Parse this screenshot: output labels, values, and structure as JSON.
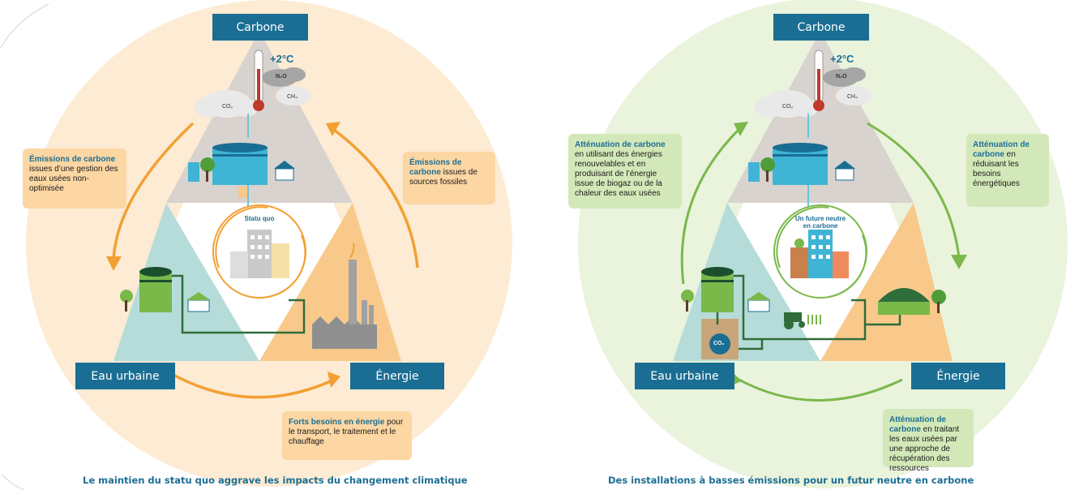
{
  "colors": {
    "blue": "#1a6e93",
    "orange": "#f2a033",
    "green": "#7ab84a",
    "left_bg": "#fdebd3",
    "right_bg": "#eaf3dc"
  },
  "left": {
    "carbone": "Carbone",
    "eau": "Eau urbaine",
    "energie": "Énergie",
    "temp": "+2°C",
    "n2o": "N₂O",
    "co2": "CO₂",
    "ch4": "CH₄",
    "center": "Statu quo",
    "bubble_left_bold": "Émissions de carbone",
    "bubble_left_text": " issues d’une gestion des eaux usées non-optimisée",
    "bubble_right_bold": "Émissions de carbone",
    "bubble_right_text": " issues de sources fossiles",
    "bubble_bottom_bold": "Forts besoins en énergie",
    "bubble_bottom_text": " pour le transport, le traitement et le chauffage",
    "caption": "Le maintien du statu quo aggrave les impacts du changement climatique"
  },
  "right": {
    "carbone": "Carbone",
    "eau": "Eau urbaine",
    "energie": "Énergie",
    "temp": "+2°C",
    "n2o": "N₂O",
    "co2": "CO₂",
    "ch4": "CH₄",
    "center": "Un future neutre en carbone",
    "co2_tank": "CO₂",
    "bubble_left_bold": "Atténuation de carbone",
    "bubble_left_text": " en utilisant des énergies renouvelables et en produisant de l’énergie issue de biogaz ou de la chaleur des eaux usées",
    "bubble_right_bold": "Atténuation de carbone",
    "bubble_right_text": " en réduisant les besoins énergétiques",
    "bubble_bottom_bold": "Atténuation de carbone",
    "bubble_bottom_text": " en traitant les eaux usées par une approche de récupération des ressources",
    "caption": "Des installations à basses émissions pour un futur neutre en carbone"
  }
}
